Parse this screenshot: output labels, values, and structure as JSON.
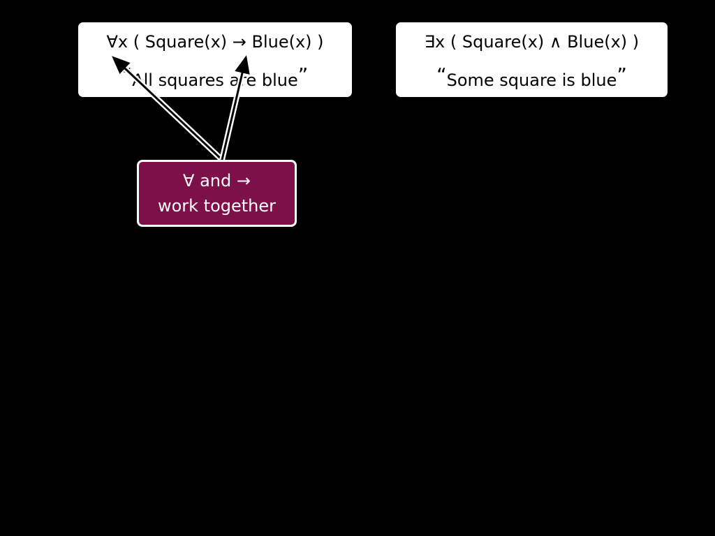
{
  "universal": {
    "formula": "∀x ( Square(x) → Blue(x) )",
    "open_quote": "“",
    "reading": "All squares are blue",
    "close_quote": "”"
  },
  "existential": {
    "formula": "∃x ( Square(x) ∧ Blue(x) )",
    "open_quote": "“",
    "reading": "Some square is blue",
    "close_quote": "”"
  },
  "callout": {
    "line1": "∀ and →",
    "line2": "work together"
  },
  "colors": {
    "background": "#000000",
    "box": "#ffffff",
    "callout_fill": "#7d1048",
    "arrow_outline": "#ffffff",
    "arrow_core": "#000000"
  }
}
